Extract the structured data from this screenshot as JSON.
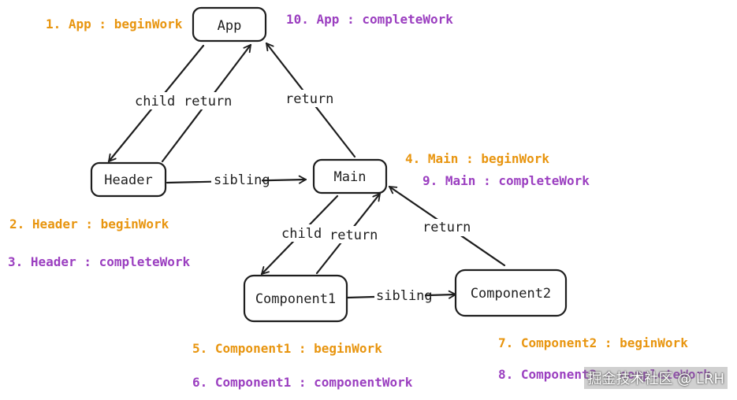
{
  "nodes": {
    "app": "App",
    "header": "Header",
    "main": "Main",
    "component1": "Component1",
    "component2": "Component2"
  },
  "edges": {
    "app_header_child": "child",
    "header_app_return": "return",
    "main_app_return": "return",
    "header_main_sibling": "sibling",
    "main_component1_child": "child",
    "component1_main_return": "return",
    "component2_main_return": "return",
    "component1_component2_sibling": "sibling"
  },
  "steps": {
    "s1": "1. App : beginWork",
    "s2": "2. Header : beginWork",
    "s3": "3. Header : completeWork",
    "s4": "4. Main : beginWork",
    "s5": "5. Component1 : beginWork",
    "s6": "6. Component1 : componentWork",
    "s7": "7. Component2 : beginWork",
    "s8": "8. Component2 : completeWork",
    "s9": "9. Main : completeWork",
    "s10": "10. App : completeWork"
  },
  "colors": {
    "begin": "#e8950f",
    "complete": "#9b3fc0",
    "stroke": "#1e1e1e"
  },
  "watermark": "掘金技术社区 @ LRH"
}
